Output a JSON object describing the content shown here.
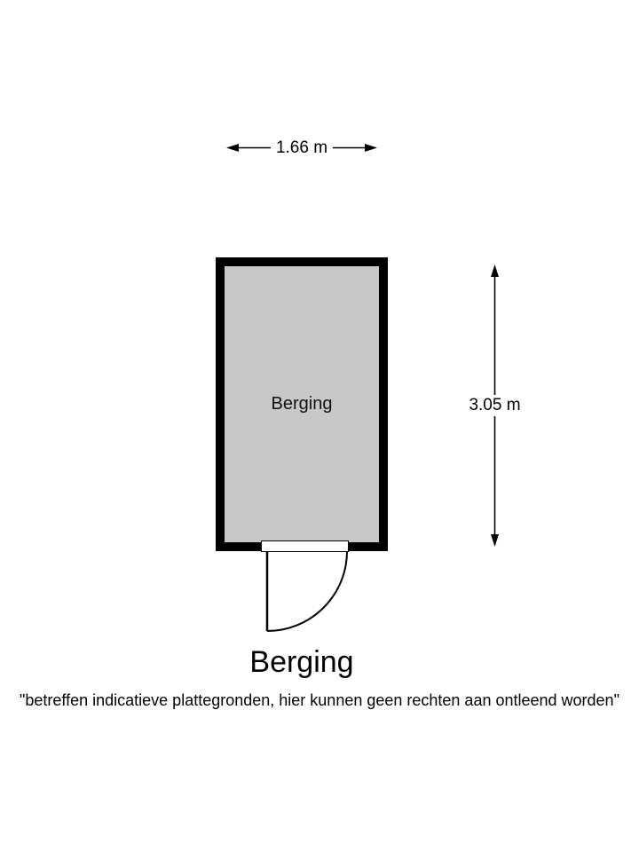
{
  "floorplan": {
    "dimensions": {
      "width_label": "1.66 m",
      "height_label": "3.05 m"
    },
    "room": {
      "label": "Berging"
    },
    "title": "Berging",
    "disclaimer": "\"betreffen indicatieve plattegronden, hier kunnen geen rechten aan ontleend worden\"",
    "colors": {
      "wall": "#000000",
      "floor": "#c8c8c8",
      "background": "#ffffff",
      "text": "#000000"
    },
    "icons": {
      "width_arrow": "double-headed-horizontal-arrow",
      "height_arrow": "double-headed-vertical-arrow",
      "door": "quarter-circle-door-swing"
    }
  }
}
